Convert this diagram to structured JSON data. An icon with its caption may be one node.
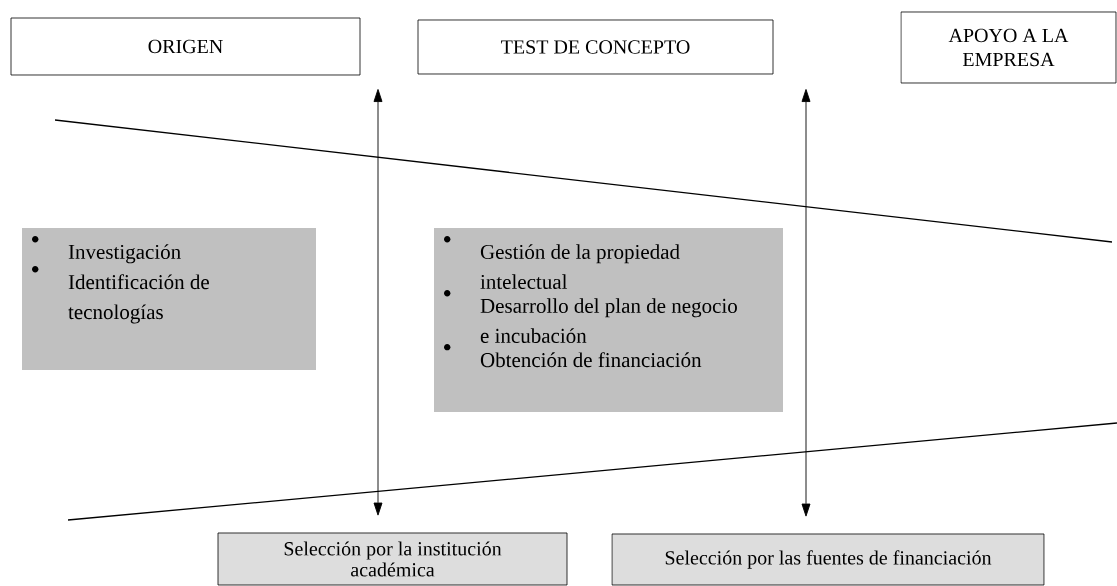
{
  "diagram": {
    "nodes": [
      {
        "text": [
          "ORIGEN"
        ]
      },
      {
        "text": [
          "TEST DE CONCEPTO"
        ]
      },
      {
        "text": [
          "APOYO A LA EMPRESA"
        ]
      },
      {
        "text": [
          "Investigación",
          "Identificación de tecnologías"
        ]
      },
      {
        "text": [
          "Gestión de la propiedad intelectual",
          "Desarrollo del plan de negocio e incubación",
          "Obtención de financiación"
        ]
      },
      {
        "text": [
          "Selección por la institución académica"
        ]
      },
      {
        "text": [
          "Selección por las fuentes de financiación"
        ]
      }
    ],
    "edges": [
      {
        "from": null,
        "to": 5,
        "arrow": "both"
      },
      {
        "from": null,
        "to": 6,
        "arrow": "both"
      }
    ]
  }
}
